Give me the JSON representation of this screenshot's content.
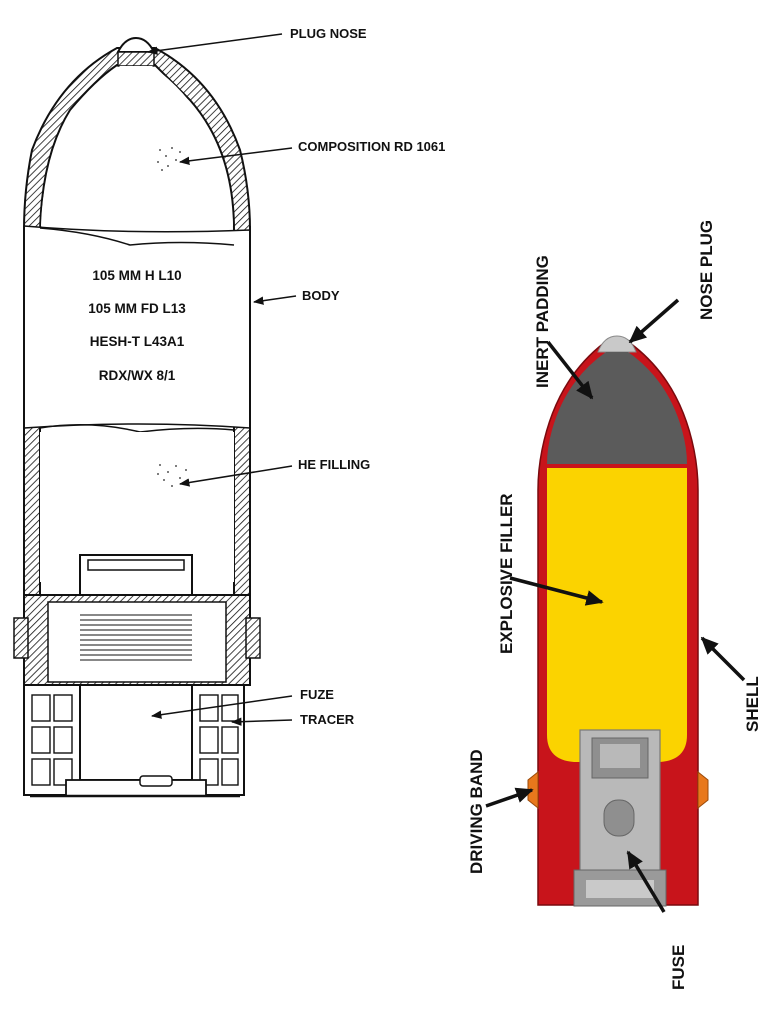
{
  "left_diagram": {
    "labels": {
      "plug_nose": "PLUG NOSE",
      "composition": "COMPOSITION RD 1061",
      "body": "BODY",
      "he_filling": "HE FILLING",
      "fuze": "FUZE",
      "tracer": "TRACER"
    },
    "body_markings": [
      "105 MM H L10",
      "105 MM FD L13",
      "HESH-T L43A1",
      "RDX/WX 8/1"
    ]
  },
  "right_diagram": {
    "labels": {
      "inert_padding": "INERT PADDING",
      "nose_plug": "NOSE PLUG",
      "explosive_filler": "EXPLOSIVE FILLER",
      "shell": "SHELL",
      "driving_band": "DRIVING BAND",
      "fuse": "FUSE"
    },
    "colors": {
      "shell": "#c8141b",
      "inert_padding": "#5b5b5b",
      "explosive_filler": "#fbd300",
      "nose_plug": "#c9c9c9",
      "driving_band": "#e8781c",
      "fuse": "#b9b9b9"
    }
  }
}
